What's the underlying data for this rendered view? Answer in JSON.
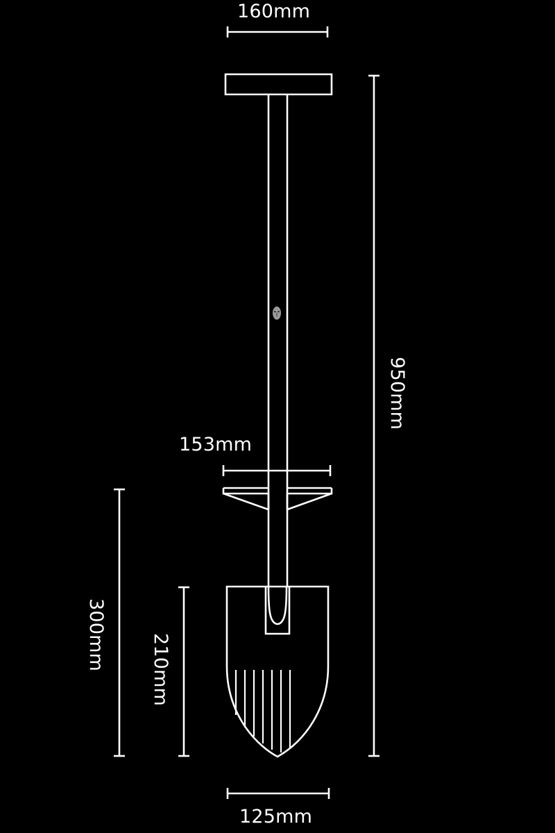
{
  "drawing": {
    "title": "shovel-technical-dimension-drawing",
    "background_color": "#000000",
    "line_color": "#ffffff",
    "emblem_color": "#9a9a9a"
  },
  "dimensions": {
    "handle_width": {
      "label": "160mm",
      "orientation": "horizontal",
      "position": "top"
    },
    "total_length": {
      "label": "950mm",
      "orientation": "vertical-cw",
      "position": "right"
    },
    "footrest_width": {
      "label": "153mm",
      "orientation": "horizontal",
      "position": "middle-left"
    },
    "lower_section": {
      "label": "300mm",
      "orientation": "vertical-cw",
      "position": "left-outer"
    },
    "blade_length": {
      "label": "210mm",
      "orientation": "vertical-cw",
      "position": "left-inner"
    },
    "blade_width": {
      "label": "125mm",
      "orientation": "horizontal",
      "position": "bottom"
    }
  },
  "parts": {
    "t_handle": "t-handle-bar",
    "shaft": "shaft",
    "emblem": "shaft-emblem",
    "footrest": "footrest-step",
    "socket": "blade-socket",
    "blade": "blade",
    "ribs": "blade-ribs"
  }
}
